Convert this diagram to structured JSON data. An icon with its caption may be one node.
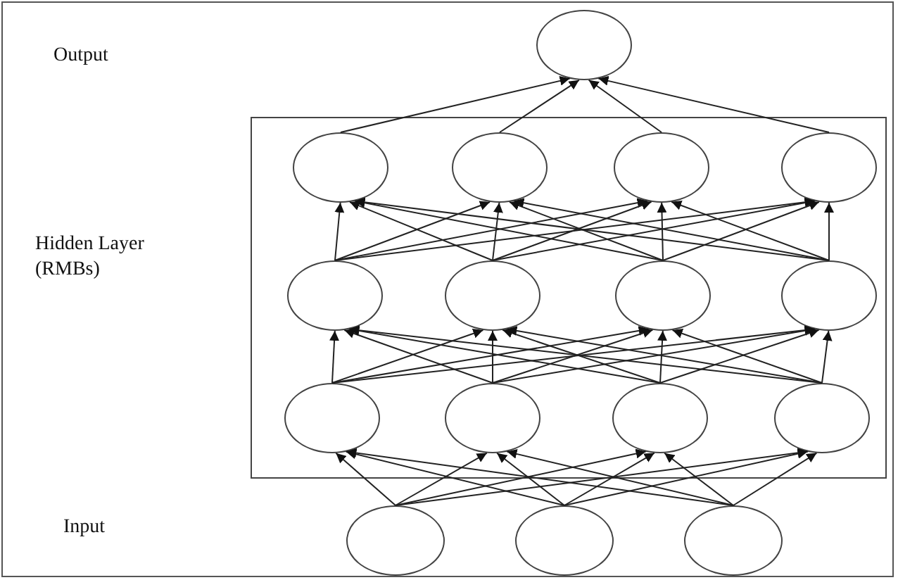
{
  "diagram": {
    "nodes": [
      {
        "text": [],
        "shape": "circle"
      },
      {
        "text": [],
        "shape": "box"
      },
      {
        "text": [],
        "shape": "circle",
        "in": 1
      },
      {
        "text": [],
        "shape": "circle",
        "in": 1
      },
      {
        "text": [],
        "shape": "circle",
        "in": 1
      },
      {
        "text": [],
        "shape": "circle",
        "in": 1
      },
      {
        "text": [],
        "shape": "circle",
        "in": 1
      },
      {
        "text": [],
        "shape": "circle",
        "in": 1
      },
      {
        "text": [],
        "shape": "circle",
        "in": 1
      },
      {
        "text": [],
        "shape": "circle",
        "in": 1
      },
      {
        "text": [],
        "shape": "circle",
        "in": 1
      },
      {
        "text": [],
        "shape": "circle",
        "in": 1
      },
      {
        "text": [],
        "shape": "circle",
        "in": 1
      },
      {
        "text": [],
        "shape": "circle",
        "in": 1
      },
      {
        "text": [],
        "shape": "circle"
      },
      {
        "text": [],
        "shape": "circle"
      },
      {
        "text": [],
        "shape": "circle"
      }
    ],
    "edges": [
      {
        "from": 14,
        "to": 10,
        "arrow": "to"
      },
      {
        "from": 14,
        "to": 11,
        "arrow": "to"
      },
      {
        "from": 14,
        "to": 12,
        "arrow": "to"
      },
      {
        "from": 14,
        "to": 13,
        "arrow": "to"
      },
      {
        "from": 15,
        "to": 10,
        "arrow": "to"
      },
      {
        "from": 15,
        "to": 11,
        "arrow": "to"
      },
      {
        "from": 15,
        "to": 12,
        "arrow": "to"
      },
      {
        "from": 15,
        "to": 13,
        "arrow": "to"
      },
      {
        "from": 16,
        "to": 10,
        "arrow": "to"
      },
      {
        "from": 16,
        "to": 11,
        "arrow": "to"
      },
      {
        "from": 16,
        "to": 12,
        "arrow": "to"
      },
      {
        "from": 16,
        "to": 13,
        "arrow": "to"
      },
      {
        "from": 10,
        "to": 6,
        "arrow": "to"
      },
      {
        "from": 10,
        "to": 7,
        "arrow": "to"
      },
      {
        "from": 10,
        "to": 8,
        "arrow": "to"
      },
      {
        "from": 10,
        "to": 9,
        "arrow": "to"
      },
      {
        "from": 11,
        "to": 6,
        "arrow": "to"
      },
      {
        "from": 11,
        "to": 7,
        "arrow": "to"
      },
      {
        "from": 11,
        "to": 8,
        "arrow": "to"
      },
      {
        "from": 11,
        "to": 9,
        "arrow": "to"
      },
      {
        "from": 12,
        "to": 6,
        "arrow": "to"
      },
      {
        "from": 12,
        "to": 7,
        "arrow": "to"
      },
      {
        "from": 12,
        "to": 8,
        "arrow": "to"
      },
      {
        "from": 12,
        "to": 9,
        "arrow": "to"
      },
      {
        "from": 13,
        "to": 6,
        "arrow": "to"
      },
      {
        "from": 13,
        "to": 7,
        "arrow": "to"
      },
      {
        "from": 13,
        "to": 8,
        "arrow": "to"
      },
      {
        "from": 13,
        "to": 9,
        "arrow": "to"
      },
      {
        "from": 6,
        "to": 2,
        "arrow": "to"
      },
      {
        "from": 6,
        "to": 3,
        "arrow": "to"
      },
      {
        "from": 6,
        "to": 4,
        "arrow": "to"
      },
      {
        "from": 6,
        "to": 5,
        "arrow": "to"
      },
      {
        "from": 7,
        "to": 2,
        "arrow": "to"
      },
      {
        "from": 7,
        "to": 3,
        "arrow": "to"
      },
      {
        "from": 7,
        "to": 4,
        "arrow": "to"
      },
      {
        "from": 7,
        "to": 5,
        "arrow": "to"
      },
      {
        "from": 8,
        "to": 2,
        "arrow": "to"
      },
      {
        "from": 8,
        "to": 3,
        "arrow": "to"
      },
      {
        "from": 8,
        "to": 4,
        "arrow": "to"
      },
      {
        "from": 8,
        "to": 5,
        "arrow": "to"
      },
      {
        "from": 9,
        "to": 2,
        "arrow": "to"
      },
      {
        "from": 9,
        "to": 3,
        "arrow": "to"
      },
      {
        "from": 9,
        "to": 4,
        "arrow": "to"
      },
      {
        "from": 9,
        "to": 5,
        "arrow": "to"
      },
      {
        "from": 2,
        "to": 0,
        "arrow": "to"
      },
      {
        "from": 3,
        "to": 0,
        "arrow": "to"
      },
      {
        "from": 4,
        "to": 0,
        "arrow": "to"
      },
      {
        "from": 5,
        "to": 0,
        "arrow": "to"
      }
    ],
    "labels": [
      "Output",
      "Hidden Layer (RMBs)",
      "Input"
    ]
  }
}
